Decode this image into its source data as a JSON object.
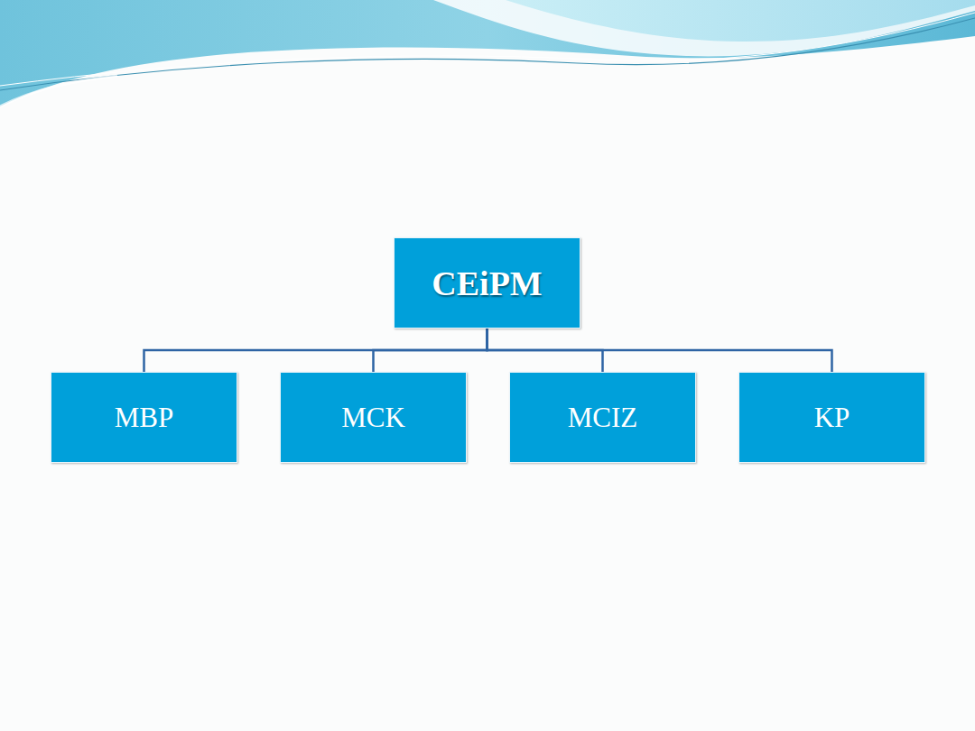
{
  "diagram": {
    "nodes": [
      {
        "text": [
          "CEiPM"
        ]
      },
      {
        "text": [
          "MBP"
        ]
      },
      {
        "text": [
          "MCK"
        ]
      },
      {
        "text": [
          "MCIZ"
        ]
      },
      {
        "text": [
          "KP"
        ]
      }
    ],
    "edges": [
      {
        "from": 0,
        "to": 1,
        "arrow": "none"
      },
      {
        "from": 0,
        "to": 2,
        "arrow": "none"
      },
      {
        "from": 0,
        "to": 3,
        "arrow": "none"
      },
      {
        "from": 0,
        "to": 4,
        "arrow": "none"
      }
    ]
  }
}
